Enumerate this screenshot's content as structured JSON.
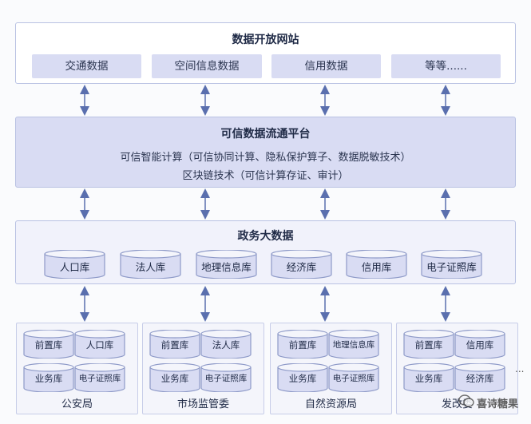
{
  "open_site": {
    "title": "数据开放网站",
    "items": [
      "交通数据",
      "空间信息数据",
      "信用数据",
      "等等......"
    ]
  },
  "platform": {
    "title": "可信数据流通平台",
    "line1": "可信智能计算（可信协同计算、隐私保护算子、数据脱敏技术）",
    "line2": "区块链技术（可信计算存证、审计）"
  },
  "gov_data": {
    "title": "政务大数据",
    "databases": [
      "人口库",
      "法人库",
      "地理信息库",
      "经济库",
      "信用库",
      "电子证照库"
    ]
  },
  "departments": [
    {
      "name": "公安局",
      "dbs": [
        "前置库",
        "人口库",
        "业务库",
        "电子证照库"
      ]
    },
    {
      "name": "市场监管委",
      "dbs": [
        "前置库",
        "法人库",
        "业务库",
        "电子证照库"
      ]
    },
    {
      "name": "自然资源局",
      "dbs": [
        "前置库",
        "地理信息库",
        "业务库",
        "电子证照库"
      ]
    },
    {
      "name": "发改委",
      "dbs": [
        "前置库",
        "信用库",
        "业务库",
        "经济库"
      ]
    }
  ],
  "more": "...",
  "watermark": "喜诗糖果",
  "colors": {
    "layer_border": "#b9c2e3",
    "pill_fill": "#d9dcf3",
    "cylinder_fill": "#d9dcf3",
    "arrow": "#5a6fae"
  }
}
